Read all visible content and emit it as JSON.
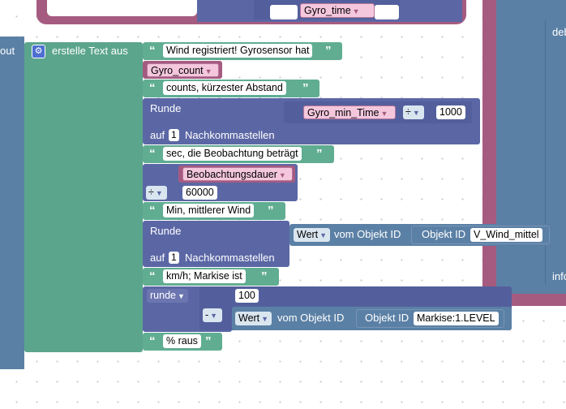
{
  "background_blocks": {
    "gyro_time_var": "Gyro_time",
    "deb_label": "deb",
    "info_label": "info",
    "out_label": "out"
  },
  "text_block": {
    "label": "erstelle Text aus",
    "items": {
      "t1": "Wind registriert! Gyrosensor hat",
      "v1": "Gyro_count",
      "t2": "counts, kürzester Abstand",
      "round1": {
        "label": "Runde",
        "var": "Gyro_min_Time",
        "op": "÷",
        "num": "1000",
        "prefix": "auf",
        "digits": "1",
        "suffix": "Nachkommastellen"
      },
      "t3": "sec, die Beobachtung beträgt",
      "div1": {
        "var": "Beobachtungsdauer",
        "op": "÷",
        "num": "60000"
      },
      "t4": "Min, mittlerer Wind",
      "round2": {
        "label": "Runde",
        "wert": "Wert",
        "vom": "vom Objekt ID",
        "objlabel": "Objekt ID",
        "objid": "V_Wind_mittel",
        "prefix": "auf",
        "digits": "1",
        "suffix": "Nachkommastellen"
      },
      "t5": "km/h; Markise ist",
      "round3": {
        "label": "runde",
        "num": "100",
        "op": "-",
        "wert": "Wert",
        "vom": "vom Objekt ID",
        "objlabel": "Objekt ID",
        "objid": "Markise:1.LEVEL"
      },
      "t6": "% raus"
    }
  },
  "colors": {
    "text_block_green": "#5ba58c",
    "math_blue": "#5b67a5",
    "object_steel": "#5b80a5",
    "variable_pink": "#a55b80"
  }
}
